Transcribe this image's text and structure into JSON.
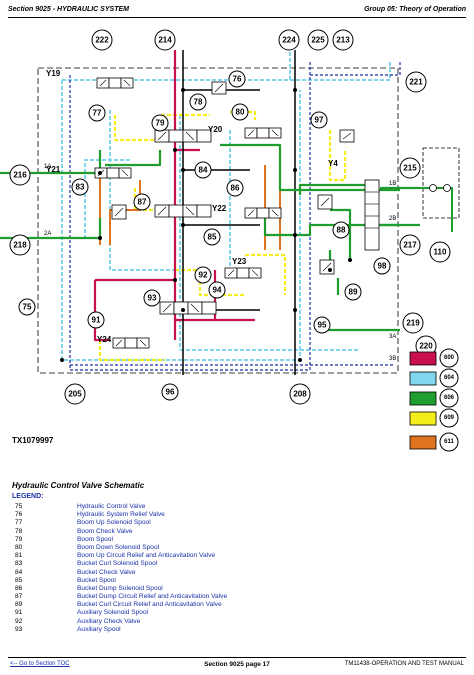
{
  "header": {
    "left": "Section 9025 - HYDRAULIC SYSTEM",
    "right": "Group 05: Theory of Operation"
  },
  "schematic": {
    "callouts": [
      "222",
      "214",
      "224",
      "225",
      "213",
      "221",
      "77",
      "78",
      "76",
      "80",
      "79",
      "97",
      "216",
      "83",
      "84",
      "86",
      "87",
      "85",
      "215",
      "217",
      "218",
      "98",
      "88",
      "92",
      "94",
      "89",
      "110",
      "75",
      "93",
      "91",
      "95",
      "219",
      "220",
      "205",
      "96",
      "208"
    ],
    "solenoids": [
      "Y19",
      "Y20",
      "Y21",
      "Y22",
      "Y23",
      "Y24",
      "Y4"
    ],
    "line_labels": [
      "1A",
      "2A",
      "1B",
      "2B",
      "3A",
      "3B"
    ],
    "color_key": [
      {
        "code": "600",
        "color": "#c8104d"
      },
      {
        "code": "604",
        "color": "#7fd6ee"
      },
      {
        "code": "606",
        "color": "#1f9e2f"
      },
      {
        "code": "609",
        "color": "#f5ee1a"
      },
      {
        "code": "611",
        "color": "#e0731d"
      }
    ]
  },
  "figure_id": "TX1079997",
  "figure_title": "Hydraulic Control Valve Schematic",
  "legend_title": "LEGEND:",
  "legend": [
    {
      "num": "75",
      "text": "Hydraulic Control Valve"
    },
    {
      "num": "76",
      "text": "Hydraulic System Relief Valve"
    },
    {
      "num": "77",
      "text": "Boom Up Solenoid Spool"
    },
    {
      "num": "78",
      "text": "Boom Check Valve"
    },
    {
      "num": "79",
      "text": "Boom Spool"
    },
    {
      "num": "80",
      "text": "Boom Down Solenoid Spool"
    },
    {
      "num": "81",
      "text": "Boom Up Circuit Relief and Anticavitation Valve"
    },
    {
      "num": "83",
      "text": "Bucket Curl Solenoid Spool"
    },
    {
      "num": "84",
      "text": "Bucket Check Valve"
    },
    {
      "num": "85",
      "text": "Bucket Spool"
    },
    {
      "num": "86",
      "text": "Bucket Dump Solenoid Spool"
    },
    {
      "num": "87",
      "text": "Bucket Dump Circuit Relief and Anticavitation Valve"
    },
    {
      "num": "89",
      "text": "Bucket Curl Circuit Relief and Anticavitation Valve"
    },
    {
      "num": "91",
      "text": "Auxiliary Solenoid Spool"
    },
    {
      "num": "92",
      "text": "Auxiliary Check Valve"
    },
    {
      "num": "93",
      "text": "Auxiliary Spool"
    }
  ],
  "footer": {
    "link": "<-- Go to Section TOC",
    "page": "Section 9025 page 17",
    "manual": "TM11438-OPERATION AND TEST MANUAL"
  }
}
